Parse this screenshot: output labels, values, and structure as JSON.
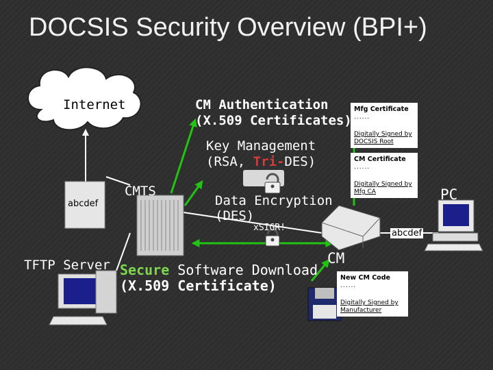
{
  "title": "DOCSIS Security Overview (BPI+)",
  "internet_label": "Internet",
  "cm_auth": {
    "line1": "CM Authentication",
    "line2": "(X.509 Certificates)"
  },
  "key_mgmt": {
    "line1": "Key Management",
    "line2_pre": "(RSA, ",
    "line2_hl": "Tri-",
    "line2_post": "DES)"
  },
  "data_enc": {
    "line1": "Data Encryption",
    "line2": "(DES)"
  },
  "xsigr": "xSIGR!",
  "cmts_label": "CMTS",
  "cm_label": "CM",
  "pc_label": "PC",
  "tftp_label": "TFTP Server",
  "abcdef_left": "abcdef",
  "abcdef_right": "abcdef",
  "software_download": {
    "hl": "Secure",
    "rest": " Software Download",
    "line2": "(X.509 Certificate)"
  },
  "mfg_cert": {
    "title": "Mfg Certificate",
    "dots": "......",
    "signed": "Digitally Signed by DOCSIS Root"
  },
  "cm_cert": {
    "title": "CM Certificate",
    "dots": "......",
    "signed": "Digitally Signed by Mfg CA"
  },
  "new_cm_code": {
    "title": "New CM Code",
    "dots": "......",
    "signed": "Digitally Signed by Manufacturer"
  },
  "colors": {
    "background": "#2e2e2e",
    "highlight_green": "#7fd64f",
    "arrow_green": "#22c414",
    "text": "#ffffff"
  },
  "icons": [
    "cloud",
    "padlock",
    "cmts-rack",
    "cable-modem",
    "pc",
    "tftp-server-pc",
    "floppy-disk",
    "arrows"
  ]
}
